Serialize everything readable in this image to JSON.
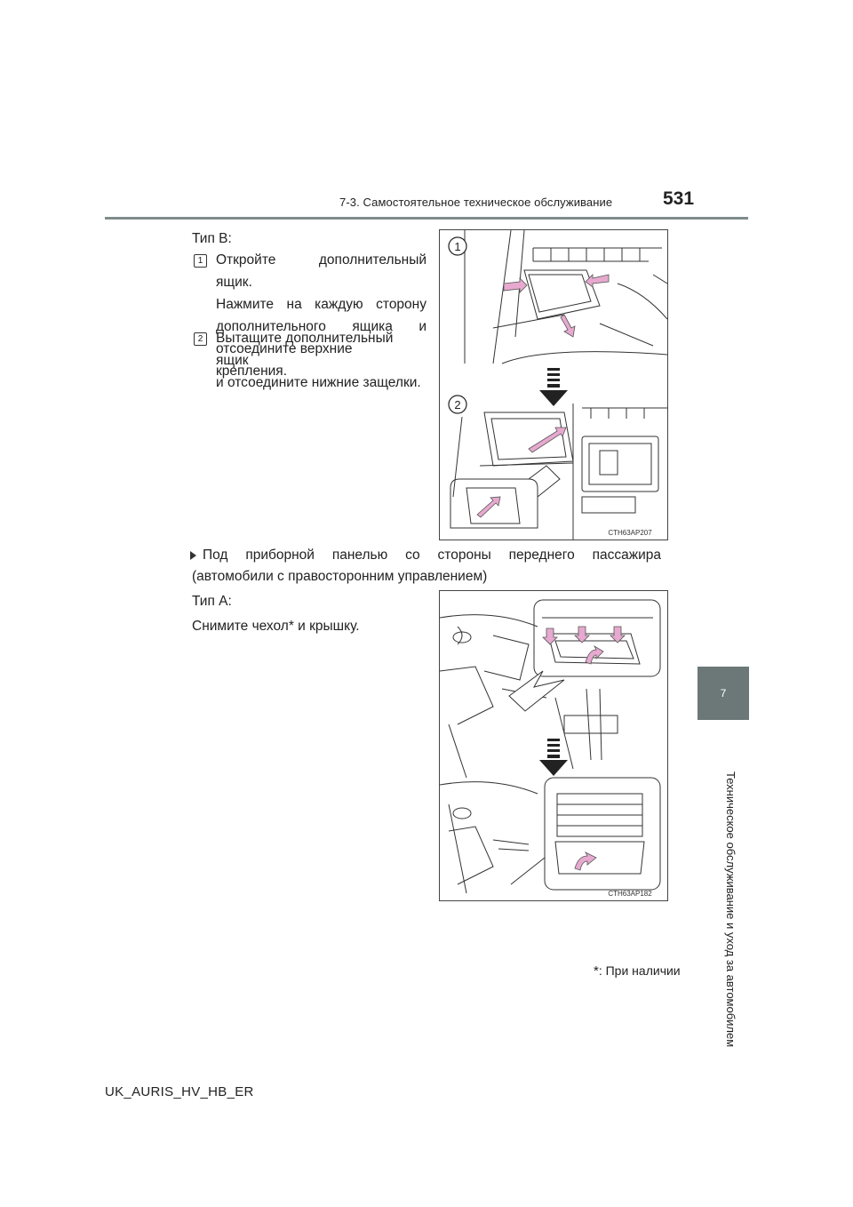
{
  "header": {
    "section_title": "7-3. Самостоятельное техническое обслуживание",
    "page_number": "531"
  },
  "side_tab": {
    "chapter_number": "7",
    "chapter_title": "Техническое обслуживание и уход за автомобилем"
  },
  "type_b": {
    "heading": "Тип B:",
    "steps": [
      {
        "marker": "1",
        "lines": [
          "Откройте дополнительный ящик.",
          "Нажмите на каждую сторону",
          "дополнительного ящика и",
          "отсоедините верхние крепления."
        ]
      },
      {
        "marker": "2",
        "lines": [
          "Вытащите дополнительный ящик",
          "и отсоедините нижние защелки."
        ]
      }
    ],
    "figure_code": "CTH63AP207",
    "callout_1": "1",
    "callout_2": "2"
  },
  "bullet": {
    "line1": "Под приборной панелью со стороны переднего пассажира",
    "line2": "(автомобили с правосторонним управлением)"
  },
  "type_a": {
    "heading": "Тип A:",
    "instruction": "Снимите чехол* и крышку.",
    "figure_code": "CTH63AP182"
  },
  "footnote": {
    "mark": "*",
    "text": ": При наличии"
  },
  "footer": {
    "doc_code": "UK_AURIS_HV_HB_ER"
  },
  "colors": {
    "accent_gray": "#7f8c8b",
    "tab_gray": "#6b7877",
    "arrow_pink": "#e7a9cf"
  }
}
